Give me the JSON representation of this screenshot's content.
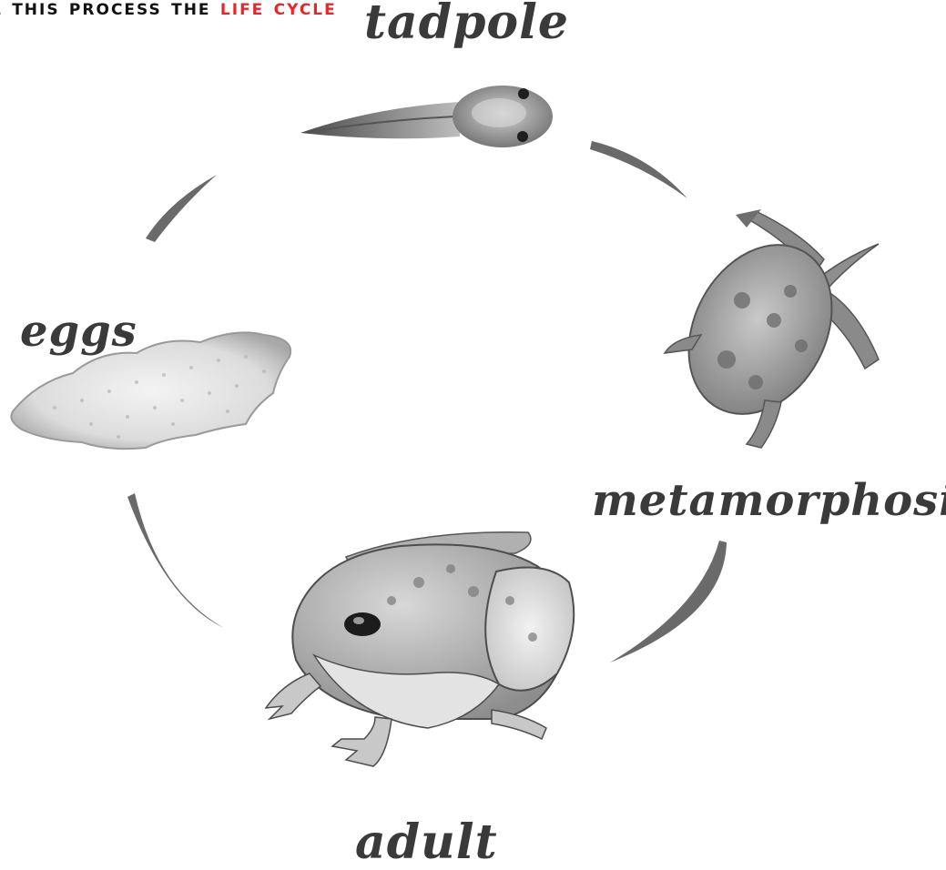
{
  "heading": {
    "prefix": "L this process the",
    "highlight": "life cycle",
    "highlight_color": "#e8262a"
  },
  "stages": {
    "tadpole": "tadpole",
    "eggs": "eggs",
    "metamorphosis": "metamorphosis",
    "adult": "adult"
  },
  "icons": [
    "tadpole-illustration",
    "eggs-illustration",
    "metamorphosis-frog-illustration",
    "adult-frog-illustration",
    "cycle-arrow"
  ]
}
